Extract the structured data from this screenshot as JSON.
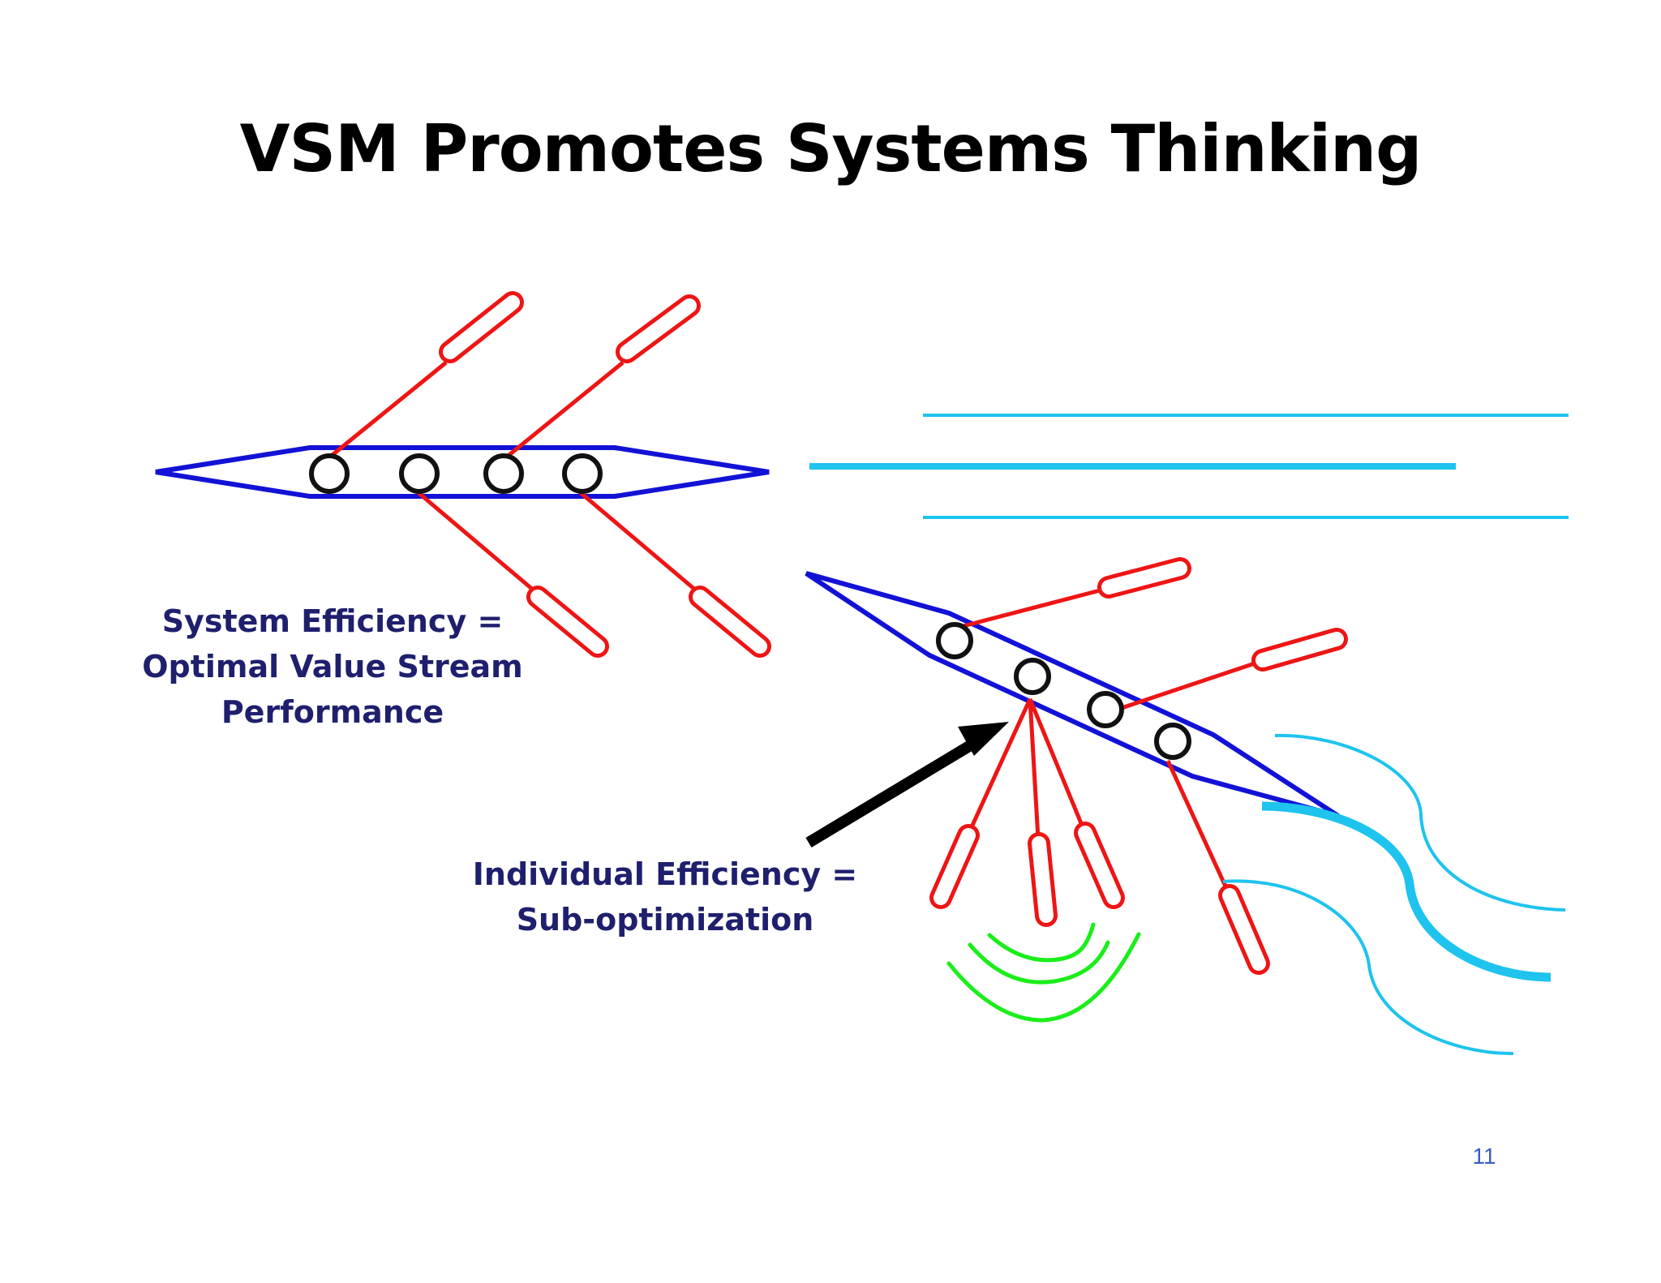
{
  "slide": {
    "title": "VSM Promotes Systems Thinking",
    "page_number": "11"
  },
  "captions": {
    "system_efficiency": {
      "line1": "System Efficiency =",
      "line2": "Optimal Value Stream",
      "line3": "Performance"
    },
    "individual_efficiency": {
      "line1": "Individual Efficiency =",
      "line2": "Sub-optimization"
    }
  },
  "colors": {
    "boat_hull": "#1212d6",
    "oar": "#ee1515",
    "rower_seat": "#111111",
    "water_lines": "#1ec3ee",
    "splash": "#1aee1a",
    "arrow": "#000000",
    "caption_text": "#1f1f6e",
    "page_number": "#3a5ccc"
  }
}
